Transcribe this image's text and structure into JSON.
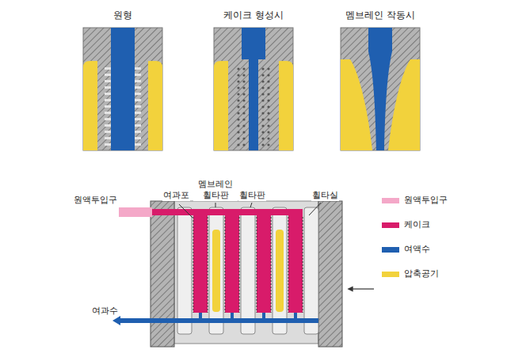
{
  "diagram": {
    "labels": [
      "원형",
      "케이크 형성시",
      "멤브레인 작동시",
      "여과포",
      "멤브레인 휠타판",
      "휠타판",
      "휠타실",
      "원액투입구",
      "여과수"
    ],
    "legend": [
      {
        "text": "원액투입구",
        "color": "#f4a8c8"
      },
      {
        "text": "케이크",
        "color": "#d81b6a"
      },
      {
        "text": "여액수",
        "color": "#1f5fb0"
      },
      {
        "text": "압축공기",
        "color": "#f2d23c"
      }
    ]
  }
}
